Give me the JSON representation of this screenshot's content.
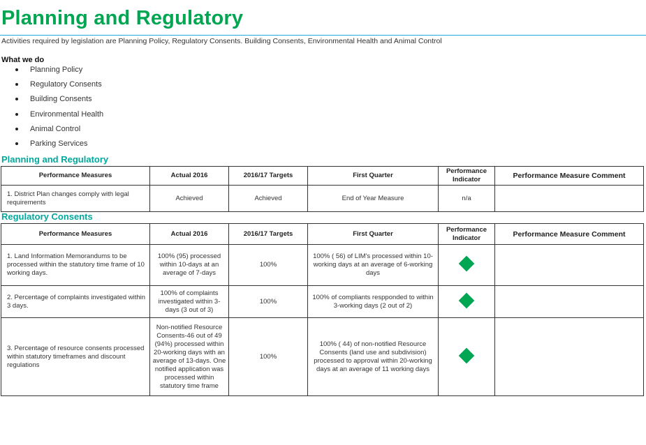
{
  "page": {
    "title": "Planning and Regulatory",
    "intro": "Activities required by legislation are Planning Policy, Regulatory Consents. Building Consents, Environmental Health and Animal Control",
    "what_we_do": {
      "heading": "What we do",
      "items": [
        "Planning Policy",
        "Regulatory Consents",
        "Building Consents",
        "Environmental Health",
        "Animal Control",
        "Parking Services"
      ]
    }
  },
  "section1": {
    "heading": "Planning and Regulatory",
    "headers": [
      "Performance Measures",
      "Actual 2016",
      "2016/17 Targets",
      "First Quarter",
      "Performance Indicator",
      "Performance Measure Comment"
    ],
    "rows": [
      {
        "measure": "1. District Plan changes comply with legal requirements",
        "actual": "Achieved",
        "target": "Achieved",
        "first_quarter": "End of Year Measure",
        "indicator": "n/a",
        "comment": ""
      }
    ]
  },
  "section2": {
    "heading": "Regulatory Consents",
    "headers": [
      "Performance Measures",
      "Actual 2016",
      "2016/17 Targets",
      "First Quarter",
      "Performance Indicator",
      "Performance Measure Comment"
    ],
    "rows": [
      {
        "measure": "1. Land Information Memorandums to be processed within the statutory time frame of 10 working days.",
        "actual": "100% (95) processed within 10-days at an average of 7-days",
        "target": "100%",
        "first_quarter": "100% ( 56) of LIM's processed within 10-working days at an average of 6-working days",
        "indicator": "green-diamond",
        "comment": ""
      },
      {
        "measure": "2. Percentage of complaints investigated within 3 days.",
        "actual": "100% of complaints investigated within 3-days (3 out of 3)",
        "target": "100%",
        "first_quarter": "100% of compliants respponded to within 3-working days (2 out of 2)",
        "indicator": "green-diamond",
        "comment": ""
      },
      {
        "measure": "3. Percentage of resource consents processed within statutory timeframes and discount regulations",
        "actual": "Non-notified Resource Consents-46 out of 49 (94%) processed within 20-working days with an average of 13-days. One notified application was processed within statutory time frame",
        "target": "100%",
        "first_quarter": "100% ( 44) of non-notified Resource Consents (land use and subdivision) processed to approval within 20-working days at an average of 11 working days",
        "indicator": "green-diamond",
        "comment": ""
      }
    ]
  },
  "colors": {
    "title": "#00a651",
    "section_heading": "#00a99d",
    "rule": "#29a9e0",
    "indicator_green": "#00a651"
  }
}
